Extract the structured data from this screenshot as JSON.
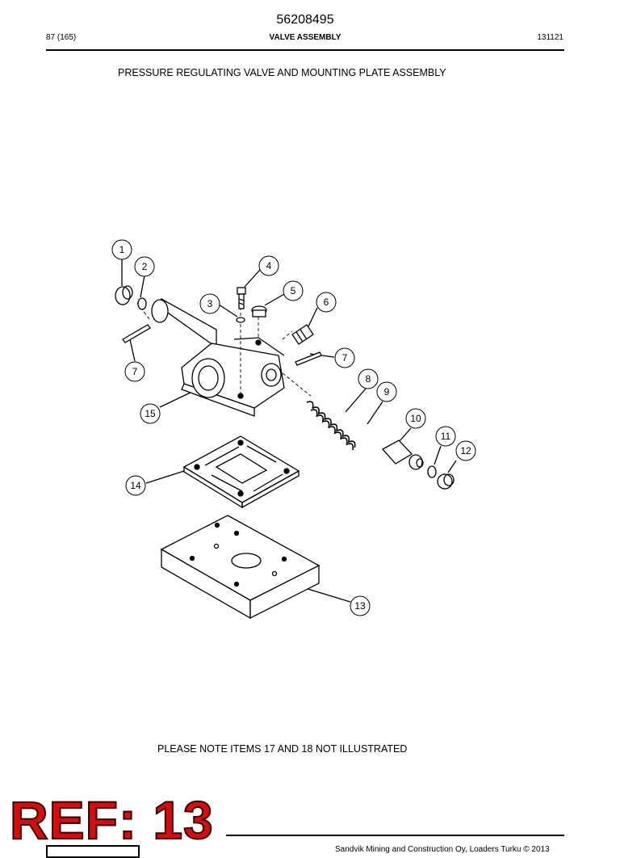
{
  "header": {
    "doc_number": "56208495",
    "page_count": "87 (165)",
    "section_title": "VALVE ASSEMBLY",
    "date_code": "131121"
  },
  "figure": {
    "title": "PRESSURE REGULATING VALVE AND MOUNTING PLATE ASSEMBLY",
    "callouts": [
      "1",
      "2",
      "3",
      "4",
      "5",
      "6",
      "7",
      "7",
      "8",
      "9",
      "10",
      "11",
      "12",
      "13",
      "14",
      "15"
    ]
  },
  "note": "PLEASE NOTE ITEMS 17 AND 18 NOT ILLUSTRATED",
  "footer": {
    "copyright": "Sandvik Mining and Construction Oy, Loaders Turku © 2013"
  },
  "stamp": {
    "ref_label": "REF: 13"
  }
}
